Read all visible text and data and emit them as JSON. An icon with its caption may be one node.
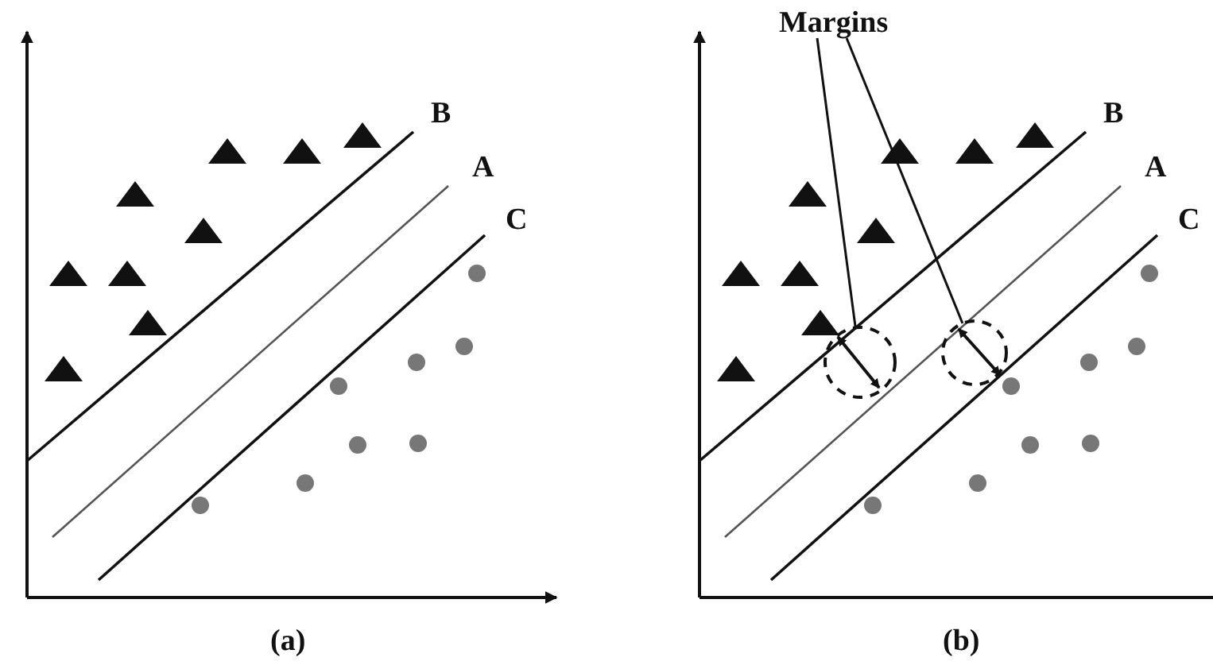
{
  "diagram": {
    "nodes": [
      {
        "text": [
          "Margins"
        ]
      },
      {
        "text": [],
        "shape": "circle"
      },
      {
        "text": [],
        "shape": "circle"
      }
    ],
    "edges": [
      {
        "from": 0,
        "to": 1,
        "arrow": "none"
      },
      {
        "from": 0,
        "to": 2,
        "arrow": "none"
      }
    ],
    "labels": [
      "B",
      "A",
      "C",
      "(a)",
      "B",
      "A",
      "C",
      "(b)"
    ]
  }
}
